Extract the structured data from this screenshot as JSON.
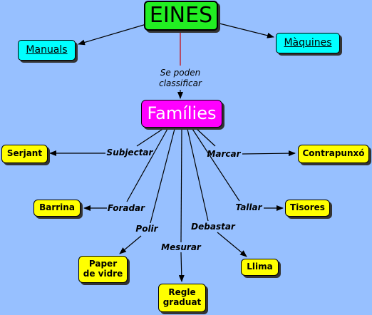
{
  "concepts": {
    "eines": "EINES",
    "manuals": "Manuals",
    "maquines": "Màquines",
    "families": "Famílies",
    "serjant": "Serjant",
    "contrapunxo": "Contrapunxó",
    "barrina": "Barrina",
    "tisores": "Tisores",
    "paper": "Paper\nde vidre",
    "llima": "Llima",
    "regle": "Regle\ngraduat"
  },
  "link_labels": {
    "classificar": "Se poden\nclassificar",
    "subjectar": "Subjectar",
    "marcar": "Marcar",
    "foradar": "Foradar",
    "tallar": "Tallar",
    "polir": "Polir",
    "debastar": "Debastar",
    "mesurar": "Mesurar"
  },
  "colors": {
    "background": "#97c0ff",
    "root": "#22ee22",
    "category": "#00ffff",
    "families": "#ff00ff",
    "leaf": "#ffff00",
    "connector_red": "#cc0000"
  }
}
